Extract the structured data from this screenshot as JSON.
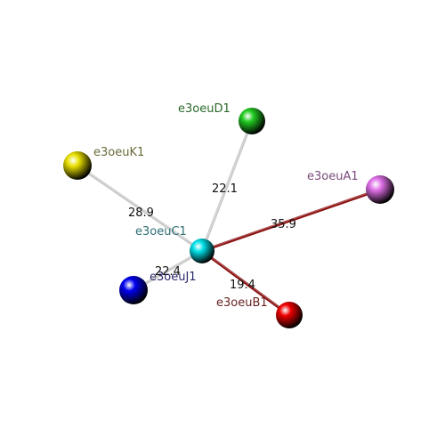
{
  "nodes": [
    {
      "id": "C1",
      "label": "e3oeuC1",
      "color": "#00e0e8",
      "label_color": "#2e6f74"
    },
    {
      "id": "D1",
      "label": "e3oeuD1",
      "color": "#22cc22",
      "label_color": "#2a6a2a"
    },
    {
      "id": "K1",
      "label": "e3oeuK1",
      "color": "#e8e000",
      "label_color": "#6a6a3a"
    },
    {
      "id": "A1",
      "label": "e3oeuA1",
      "color": "#e070e8",
      "label_color": "#7a4a7a"
    },
    {
      "id": "J1",
      "label": "e3oeuJ1",
      "color": "#0000ee",
      "label_color": "#2a2a6a"
    },
    {
      "id": "B1",
      "label": "e3oeuB1",
      "color": "#ee0000",
      "label_color": "#6a2222"
    }
  ],
  "bonds": [
    {
      "from": "C1",
      "to": "D1",
      "distance": "22.1",
      "color": "#c8c8c8"
    },
    {
      "from": "C1",
      "to": "K1",
      "distance": "28.9",
      "color": "#c8c8c8"
    },
    {
      "from": "C1",
      "to": "A1",
      "distance": "35.9",
      "color": "#8b0f0f"
    },
    {
      "from": "C1",
      "to": "J1",
      "distance": "22.4",
      "color": "#c8c8c8"
    },
    {
      "from": "C1",
      "to": "B1",
      "distance": "19.4",
      "color": "#8b0f0f"
    }
  ]
}
